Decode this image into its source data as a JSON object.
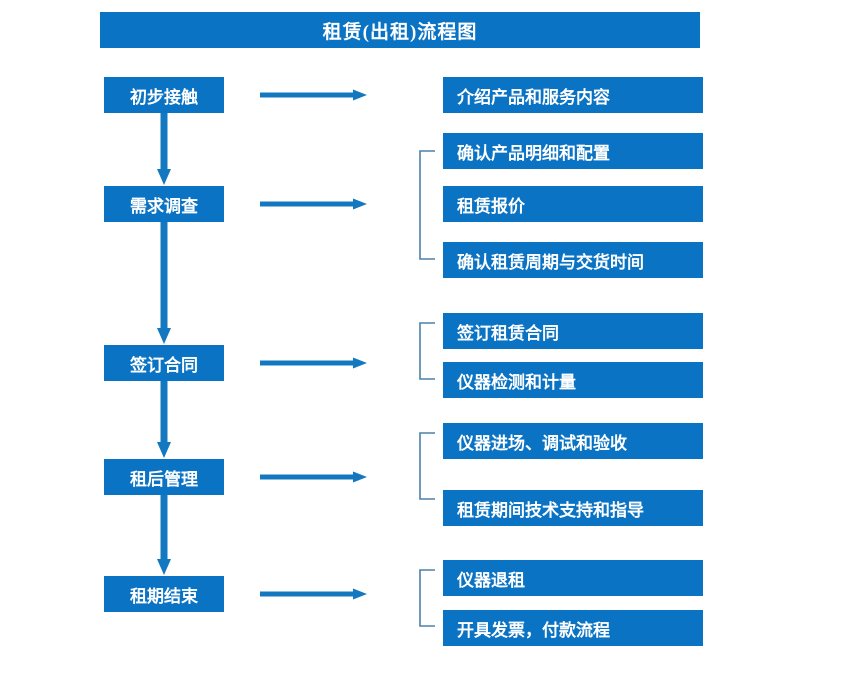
{
  "title": {
    "text": "租赁(出租)流程图"
  },
  "colors": {
    "primary_blue": "#0b73c4",
    "arrow_blue": "#1478c0",
    "bracket_blue": "#4a82a8",
    "text_on_blue": "#ffffff",
    "background": "#ffffff"
  },
  "stages": [
    {
      "id": "stage-1",
      "label": "初步接触"
    },
    {
      "id": "stage-2",
      "label": "需求调查"
    },
    {
      "id": "stage-3",
      "label": "签订合同"
    },
    {
      "id": "stage-4",
      "label": "租后管理"
    },
    {
      "id": "stage-5",
      "label": "租期结束"
    }
  ],
  "details": [
    {
      "id": "detail-1",
      "label": "介绍产品和服务内容"
    },
    {
      "id": "detail-2",
      "label": "确认产品明细和配置"
    },
    {
      "id": "detail-3",
      "label": "租赁报价"
    },
    {
      "id": "detail-4",
      "label": "确认租赁周期与交货时间"
    },
    {
      "id": "detail-5",
      "label": "签订租赁合同"
    },
    {
      "id": "detail-6",
      "label": "仪器检测和计量"
    },
    {
      "id": "detail-7",
      "label": "仪器进场、调试和验收"
    },
    {
      "id": "detail-8",
      "label": "租赁期间技术支持和指导"
    },
    {
      "id": "detail-9",
      "label": "仪器退租"
    },
    {
      "id": "detail-10",
      "label": "开具发票，付款流程"
    }
  ],
  "connectors": {
    "horizontal_arrow_count": 5,
    "vertical_arrow_count": 4,
    "bracket_count": 4
  },
  "chart_data": {
    "type": "flowchart",
    "title": "租赁(出租)流程图",
    "orientation": "vertical-with-branches",
    "nodes": [
      {
        "stage": "初步接触",
        "details": [
          "介绍产品和服务内容"
        ]
      },
      {
        "stage": "需求调查",
        "details": [
          "确认产品明细和配置",
          "租赁报价",
          "确认租赁周期与交货时间"
        ]
      },
      {
        "stage": "签订合同",
        "details": [
          "签订租赁合同",
          "仪器检测和计量"
        ]
      },
      {
        "stage": "租后管理",
        "details": [
          "仪器进场、调试和验收",
          "租赁期间技术支持和指导"
        ]
      },
      {
        "stage": "租期结束",
        "details": [
          "仪器退租",
          "开具发票，付款流程"
        ]
      }
    ]
  }
}
